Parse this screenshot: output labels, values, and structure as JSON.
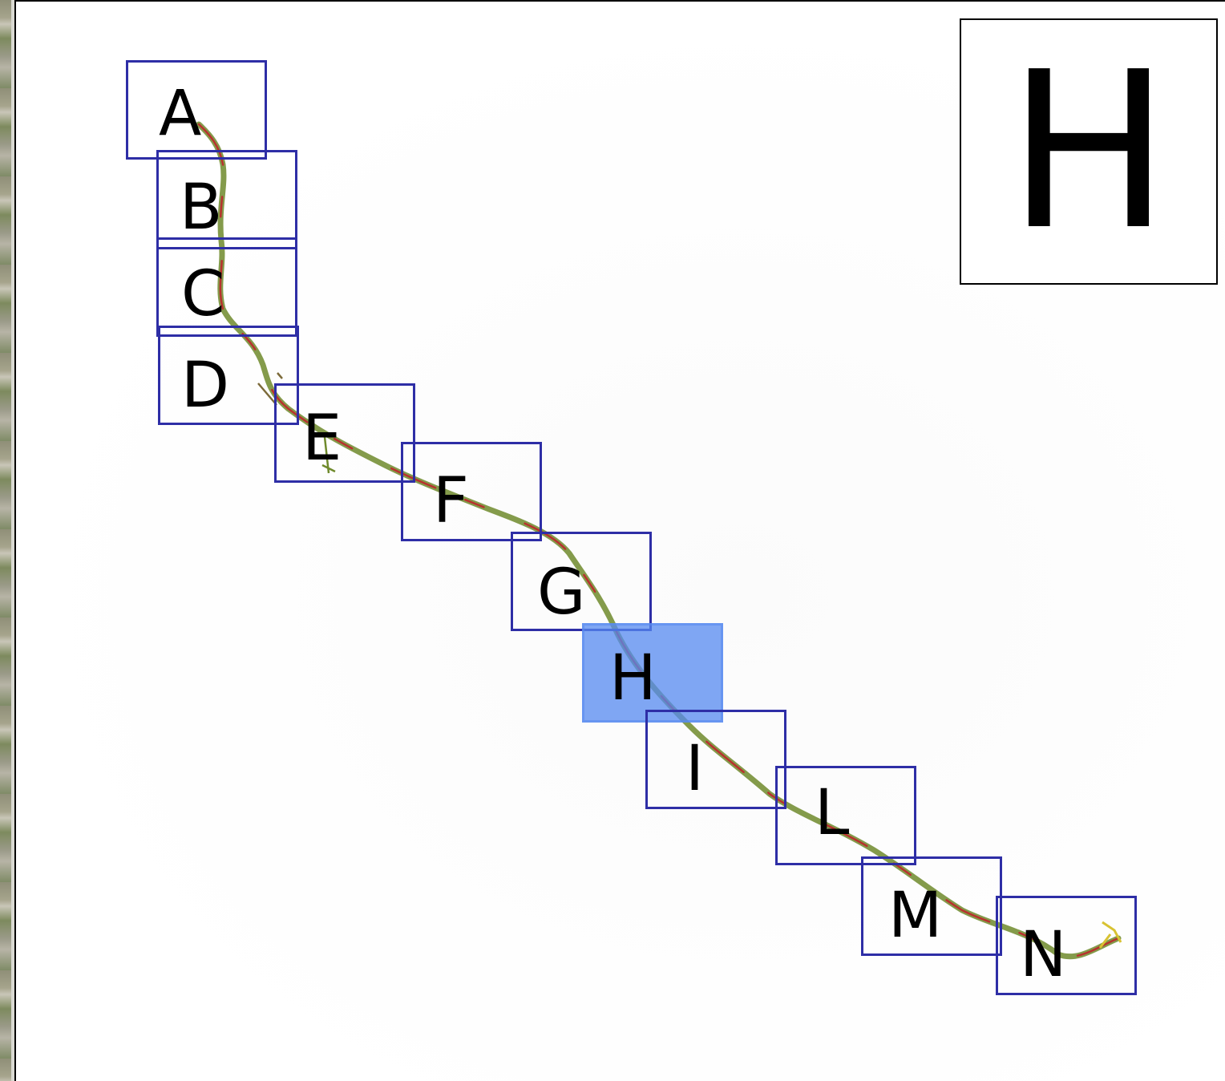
{
  "map": {
    "panels": [
      {
        "label": "A",
        "active": false
      },
      {
        "label": "B",
        "active": false
      },
      {
        "label": "C",
        "active": false
      },
      {
        "label": "D",
        "active": false
      },
      {
        "label": "E",
        "active": false
      },
      {
        "label": "F",
        "active": false
      },
      {
        "label": "G",
        "active": false
      },
      {
        "label": "H",
        "active": true
      },
      {
        "label": "I",
        "active": false
      },
      {
        "label": "L",
        "active": false
      },
      {
        "label": "M",
        "active": false
      },
      {
        "label": "N",
        "active": false
      }
    ],
    "selected_panel": "H"
  },
  "colors": {
    "panel_border": "#2e2ea6",
    "panel_active_fill": "#568af0",
    "trail_red": "#b8322e",
    "trail_green": "#6f8a2c",
    "trail_yellow": "#d8c232"
  }
}
